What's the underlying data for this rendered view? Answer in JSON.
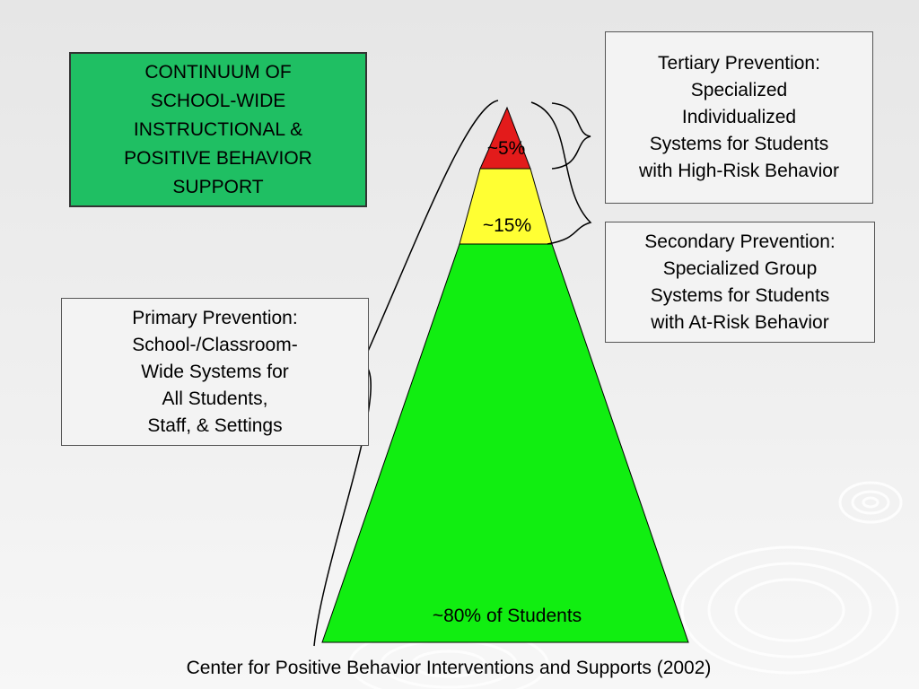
{
  "title": "CONTINUUM OF\nSCHOOL-WIDE\nINSTRUCTIONAL &\nPOSITIVE BEHAVIOR\nSUPPORT",
  "tiers": {
    "tertiary": {
      "label": "~5%",
      "color": "#e31b1b",
      "description": "Tertiary Prevention:\nSpecialized\nIndividualized\nSystems for Students\nwith High-Risk Behavior"
    },
    "secondary": {
      "label": "~15%",
      "color": "#ffff33",
      "description": "Secondary Prevention:\nSpecialized Group\nSystems for Students\nwith At-Risk Behavior"
    },
    "primary": {
      "label": "~80% of Students",
      "color": "#11ee11",
      "description": "Primary Prevention:\nSchool-/Classroom-\nWide Systems for\nAll Students,\nStaff, & Settings"
    }
  },
  "colors": {
    "title_box": "#1fbf63",
    "outline": "#000000"
  },
  "citation": "Center for Positive Behavior Interventions and Supports (2002)"
}
